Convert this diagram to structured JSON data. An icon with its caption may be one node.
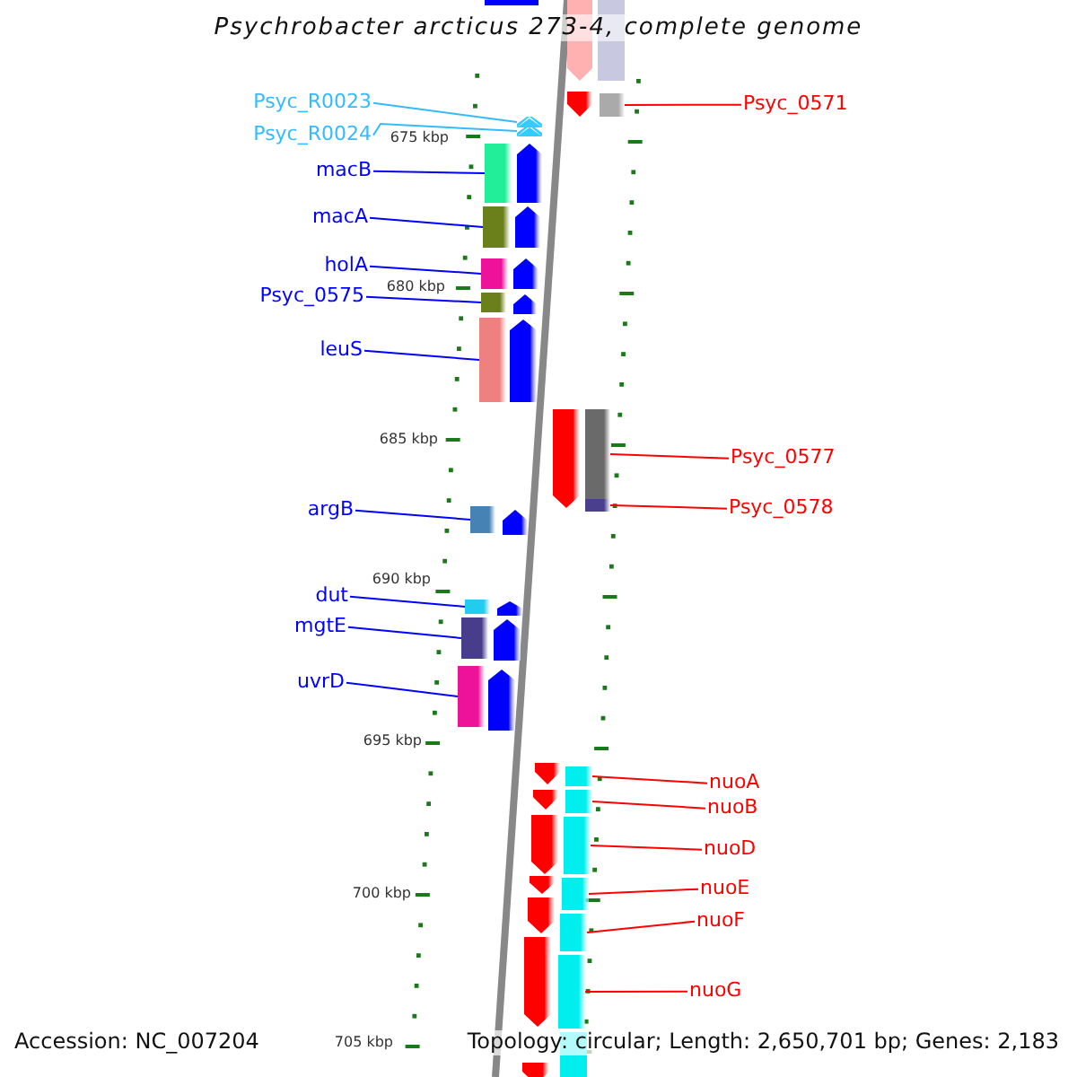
{
  "diagram": {
    "title": "Psychrobacter arcticus 273-4, complete genome",
    "nodes": [
      {
        "text": [
          "Psyc_R0023"
        ]
      },
      {
        "text": [],
        "shape": "chevron"
      },
      {
        "text": [
          "Psyc_R0024"
        ]
      },
      {
        "text": [],
        "shape": "chevron"
      },
      {
        "text": [
          "Psyc_0571"
        ]
      },
      {
        "text": [],
        "shape": "bar"
      },
      {
        "text": [
          "macB"
        ]
      },
      {
        "text": [],
        "shape": "bar"
      },
      {
        "text": [
          "macA"
        ]
      },
      {
        "text": [],
        "shape": "bar"
      },
      {
        "text": [
          "holA"
        ]
      },
      {
        "text": [],
        "shape": "bar"
      },
      {
        "text": [
          "Psyc_0575"
        ]
      },
      {
        "text": [],
        "shape": "bar"
      },
      {
        "text": [
          "leuS"
        ]
      },
      {
        "text": [],
        "shape": "bar"
      },
      {
        "text": [
          "Psyc_0577"
        ]
      },
      {
        "text": [],
        "shape": "bar"
      },
      {
        "text": [
          "Psyc_0578"
        ]
      },
      {
        "text": [],
        "shape": "bar"
      },
      {
        "text": [
          "argB"
        ]
      },
      {
        "text": [],
        "shape": "bar"
      },
      {
        "text": [
          "dut"
        ]
      },
      {
        "text": [],
        "shape": "bar"
      },
      {
        "text": [
          "mgtE"
        ]
      },
      {
        "text": [],
        "shape": "bar"
      },
      {
        "text": [
          "uvrD"
        ]
      },
      {
        "text": [],
        "shape": "bar"
      },
      {
        "text": [
          "nuoA"
        ]
      },
      {
        "text": [],
        "shape": "bar"
      },
      {
        "text": [
          "nuoB"
        ]
      },
      {
        "text": [],
        "shape": "bar"
      },
      {
        "text": [
          "nuoD"
        ]
      },
      {
        "text": [],
        "shape": "bar"
      },
      {
        "text": [
          "nuoE"
        ]
      },
      {
        "text": [],
        "shape": "bar"
      },
      {
        "text": [
          "nuoF"
        ]
      },
      {
        "text": [],
        "shape": "bar"
      },
      {
        "text": [
          "nuoG"
        ]
      },
      {
        "text": [],
        "shape": "bar"
      }
    ],
    "edges": [
      {
        "from": 0,
        "to": 1,
        "arrow": "none",
        "color": "#33bbff"
      },
      {
        "from": 2,
        "to": 3,
        "arrow": "none",
        "color": "#33bbff"
      },
      {
        "from": 4,
        "to": 5,
        "arrow": "none",
        "color": "#ff0000"
      },
      {
        "from": 6,
        "to": 7,
        "arrow": "none",
        "color": "#0000ff"
      },
      {
        "from": 8,
        "to": 9,
        "arrow": "none",
        "color": "#0000ff"
      },
      {
        "from": 10,
        "to": 11,
        "arrow": "none",
        "color": "#0000ff"
      },
      {
        "from": 12,
        "to": 13,
        "arrow": "none",
        "color": "#0000ff"
      },
      {
        "from": 14,
        "to": 15,
        "arrow": "none",
        "color": "#0000ff"
      },
      {
        "from": 16,
        "to": 17,
        "arrow": "none",
        "color": "#ff0000"
      },
      {
        "from": 18,
        "to": 19,
        "arrow": "none",
        "color": "#ff0000"
      },
      {
        "from": 20,
        "to": 21,
        "arrow": "none",
        "color": "#0000ff"
      },
      {
        "from": 22,
        "to": 23,
        "arrow": "none",
        "color": "#0000ff"
      },
      {
        "from": 24,
        "to": 25,
        "arrow": "none",
        "color": "#0000ff"
      },
      {
        "from": 26,
        "to": 27,
        "arrow": "none",
        "color": "#0000ff"
      },
      {
        "from": 28,
        "to": 29,
        "arrow": "none",
        "color": "#ff0000"
      },
      {
        "from": 30,
        "to": 31,
        "arrow": "none",
        "color": "#ff0000"
      },
      {
        "from": 32,
        "to": 33,
        "arrow": "none",
        "color": "#ff0000"
      },
      {
        "from": 34,
        "to": 35,
        "arrow": "none",
        "color": "#ff0000"
      },
      {
        "from": 36,
        "to": 37,
        "arrow": "none",
        "color": "#ff0000"
      },
      {
        "from": 38,
        "to": 39,
        "arrow": "none",
        "color": "#ff0000"
      }
    ],
    "labels": [
      "675 kbp",
      "680 kbp",
      "685 kbp",
      "690 kbp",
      "695 kbp",
      "700 kbp",
      "705 kbp",
      "Accession: NC_007204",
      "Topology: circular; Length: 2,650,701 bp; Genes: 2,183"
    ]
  }
}
